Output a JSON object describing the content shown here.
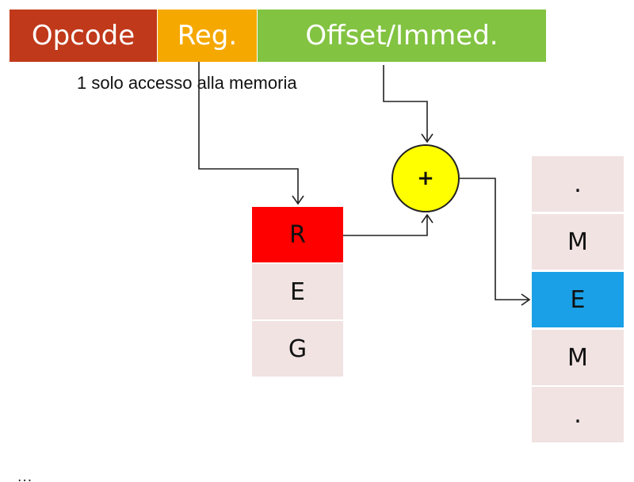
{
  "instruction_fields": {
    "opcode": "Opcode",
    "reg": "Reg.",
    "offset": "Offset/Immed."
  },
  "caption": "1 solo accesso alla memoria",
  "adder_symbol": "+",
  "register_cells": [
    "R",
    "E",
    "G"
  ],
  "memory_cells": [
    ".",
    "M",
    "E",
    "M",
    "."
  ],
  "footer_text": "...",
  "colors": {
    "opcode": "#c0391b",
    "reg": "#f5a800",
    "offset": "#82c341",
    "register_selected": "#ff0000",
    "memory_selected": "#1aa0e6",
    "adder": "#ffff00",
    "cell": "#f1e3e2"
  }
}
